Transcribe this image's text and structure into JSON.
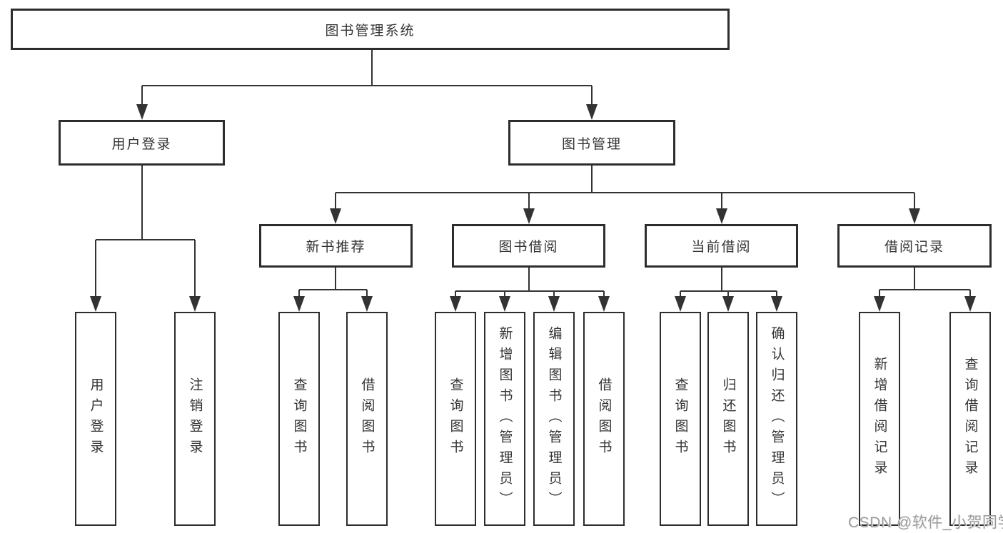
{
  "tree": {
    "root": {
      "label": "图书管理系统"
    },
    "branches": [
      {
        "label": "用户登录",
        "children": [
          {
            "label": "用户登录"
          },
          {
            "label": "注销登录"
          }
        ]
      },
      {
        "label": "图书管理",
        "children": [
          {
            "label": "新书推荐",
            "children": [
              {
                "label": "查询图书"
              },
              {
                "label": "借阅图书"
              }
            ]
          },
          {
            "label": "图书借阅",
            "children": [
              {
                "label": "查询图书"
              },
              {
                "label": "新增图书（管理员）"
              },
              {
                "label": "编辑图书（管理员）"
              },
              {
                "label": "借阅图书"
              }
            ]
          },
          {
            "label": "当前借阅",
            "children": [
              {
                "label": "查询图书"
              },
              {
                "label": "归还图书"
              },
              {
                "label": "确认归还（管理员）"
              }
            ]
          },
          {
            "label": "借阅记录",
            "children": [
              {
                "label": "新增借阅记录"
              },
              {
                "label": "查询借阅记录"
              }
            ]
          }
        ]
      }
    ]
  },
  "watermark": "CSDN @软件_小贺同学",
  "colors": {
    "line": "#333333",
    "box_border": "#2d2d2d",
    "text": "#333333",
    "watermark": "#9d9d9d",
    "background": "#ffffff"
  }
}
